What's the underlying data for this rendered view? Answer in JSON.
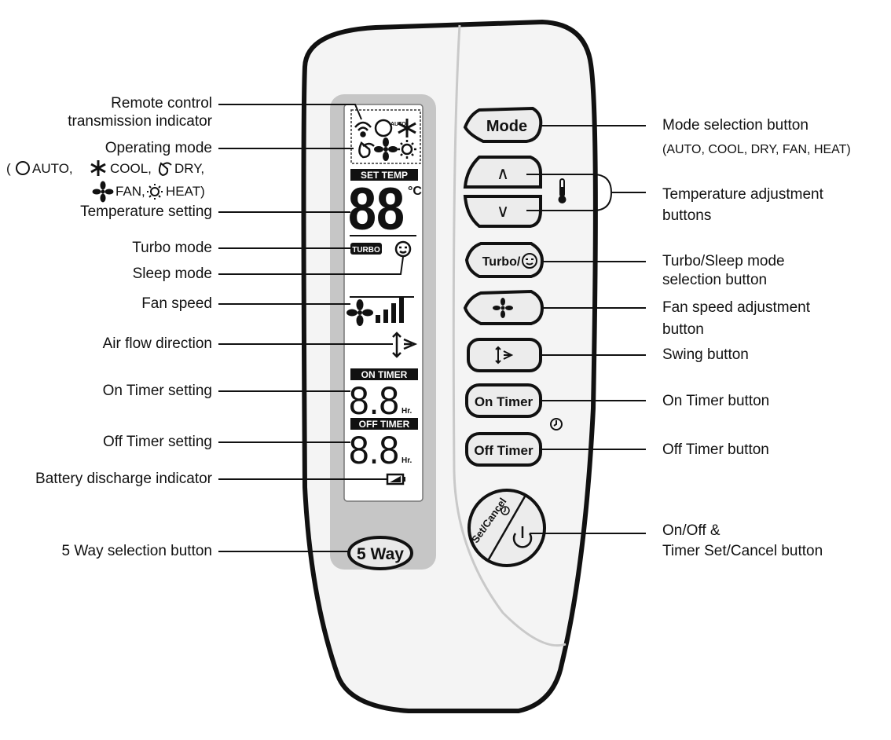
{
  "lcd": {
    "set_temp_tag": "SET TEMP",
    "temp_digits": "88",
    "temp_unit": "°C",
    "turbo_tag": "TURBO",
    "auto_tag": "AUTO",
    "on_timer_tag": "ON TIMER",
    "off_timer_tag": "OFF TIMER",
    "timer_digits": "8.8",
    "timer_unit": "Hr."
  },
  "buttons": {
    "mode": "Mode",
    "up": "∧",
    "down": "∨",
    "turbo": "Turbo/",
    "on_timer": "On Timer",
    "off_timer": "Off Timer",
    "set_cancel": "Set/Cancel",
    "five_way": "5 Way"
  },
  "left_labels": {
    "transmission_1": "Remote control",
    "transmission_2": "transmission indicator",
    "operating_mode": "Operating mode",
    "modes_1_open": "(",
    "modes_1_auto": "AUTO,",
    "modes_1_cool": "COOL,",
    "modes_1_dry": "DRY,",
    "modes_2_fan": "FAN,",
    "modes_2_heat": "HEAT)",
    "temperature_setting": "Temperature setting",
    "turbo_mode": "Turbo mode",
    "sleep_mode": "Sleep mode",
    "fan_speed": "Fan speed",
    "air_flow": "Air flow direction",
    "on_timer_setting": "On Timer setting",
    "off_timer_setting": "Off Timer setting",
    "battery": "Battery discharge indicator",
    "five_way": "5 Way selection button"
  },
  "right_labels": {
    "mode_1": "Mode selection button",
    "mode_2": "(AUTO, COOL, DRY, FAN, HEAT)",
    "temp_1": "Temperature adjustment",
    "temp_2": "buttons",
    "turbo_1": "Turbo/Sleep mode",
    "turbo_2": "selection button",
    "fan_1": "Fan speed adjustment",
    "fan_2": "button",
    "swing": "Swing button",
    "on_timer": "On Timer button",
    "off_timer": "Off Timer button",
    "onoff_1": "On/Off &",
    "onoff_2": "Timer Set/Cancel button"
  }
}
